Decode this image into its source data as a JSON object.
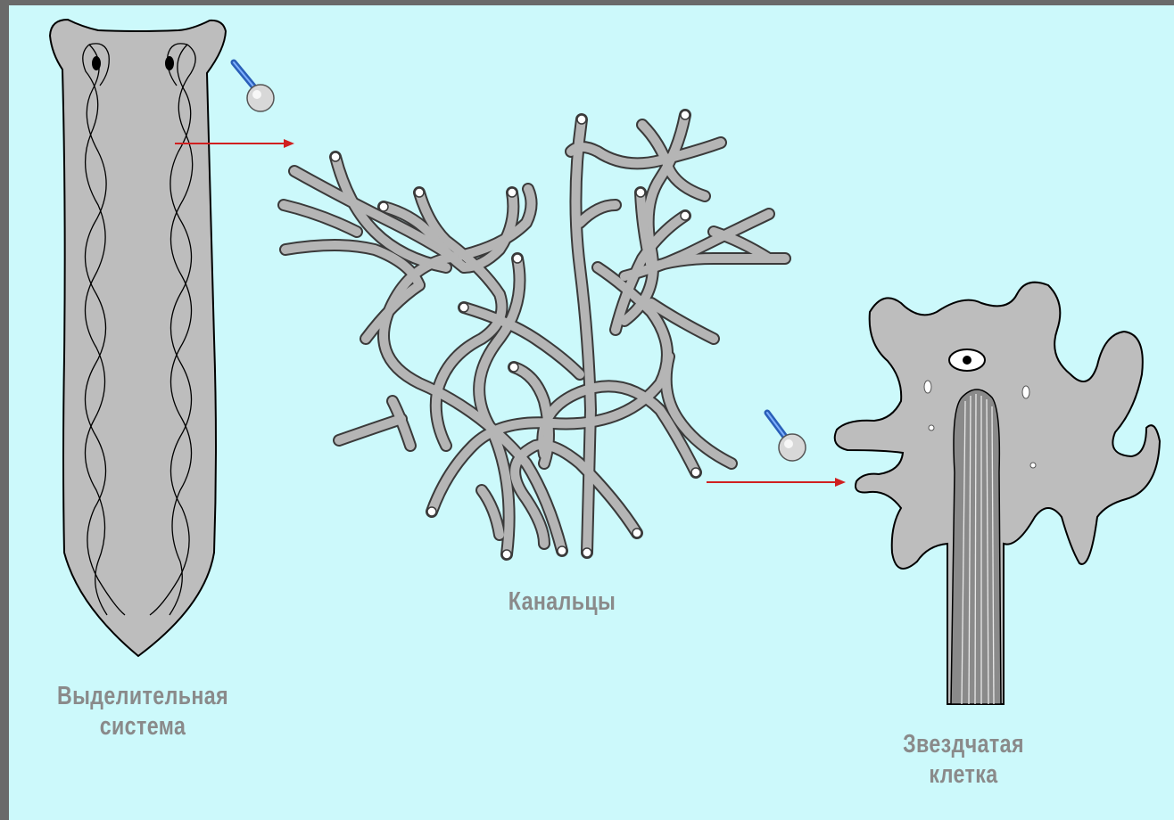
{
  "labels": {
    "excretory_system": [
      "Выделительная",
      "система"
    ],
    "canals": "Канальцы",
    "star_cell": [
      "Звездчатая",
      "клетка"
    ]
  },
  "colors": {
    "background": "#ccf9fb",
    "frame": "#6a6a6a",
    "organism_fill": "#bdbdbd",
    "outline": "#000000",
    "arrow": "#d02020",
    "magnifier_handle": "#2a5fb8",
    "label_text": "#8a8a8a"
  },
  "icons": [
    "magnifier-icon",
    "magnifier-icon",
    "arrow-right-icon",
    "arrow-right-icon"
  ]
}
